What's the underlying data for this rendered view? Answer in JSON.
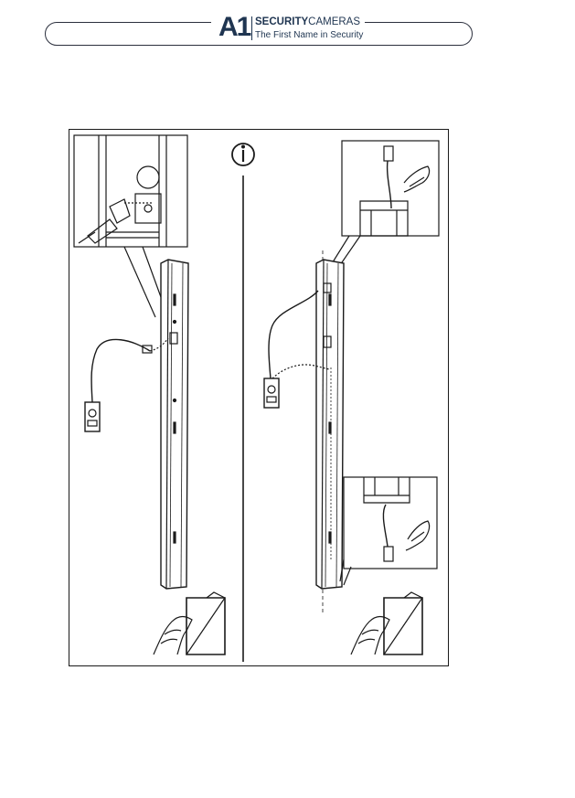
{
  "header": {
    "logo_mark": "A1",
    "brand_bold": "SECURITY",
    "brand_rest": "CAMERAS",
    "tagline": "The First Name in Security"
  },
  "figure": {
    "info_icon": "info-icon",
    "left_panel": "rail-with-connector",
    "right_panel": "rail-cable-routing"
  }
}
